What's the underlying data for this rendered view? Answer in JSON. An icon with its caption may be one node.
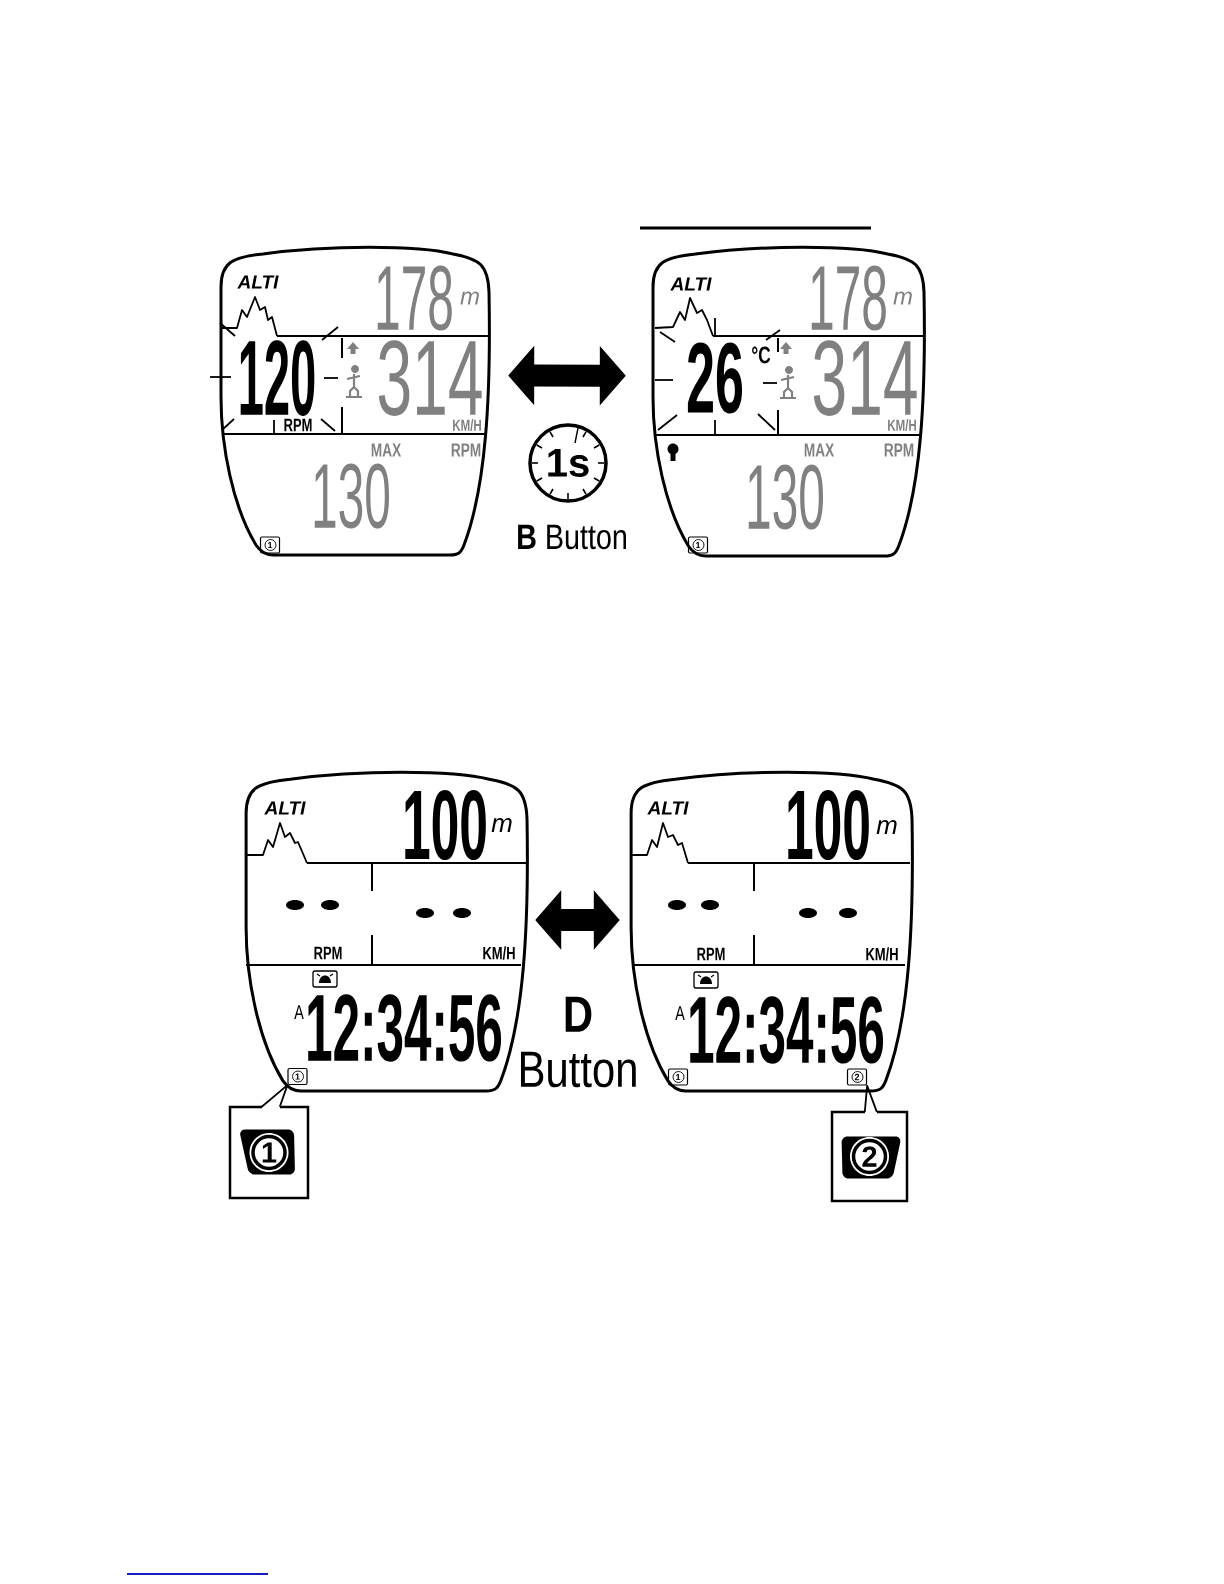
{
  "diagram": {
    "nodes": [
      {
        "text": [
          "ALTI",
          "178",
          "m",
          "120",
          "RPM",
          "314",
          "KM/H",
          "MAX",
          "RPM",
          "130"
        ]
      },
      {
        "text": [
          "1"
        ],
        "in": 0
      },
      {
        "text": [
          "1s"
        ]
      },
      {
        "text": [
          "ALTI",
          "178",
          "m",
          "26",
          "°C",
          "314",
          "KM/H",
          "MAX",
          "RPM",
          "130"
        ]
      },
      {
        "text": [
          "1"
        ],
        "in": 3
      },
      {
        "text": [
          "ALTI",
          "100",
          "m",
          "RPM",
          "KM/H",
          "A",
          "12:34:56"
        ]
      },
      {
        "text": [
          "1"
        ],
        "in": 5
      },
      {
        "text": [
          "ALTI",
          "100",
          "m",
          "RPM",
          "KM/H",
          "A",
          "12:34:56"
        ]
      },
      {
        "text": [
          "1"
        ],
        "in": 7
      },
      {
        "text": [
          "2"
        ],
        "in": 7
      },
      {
        "text": [
          "1"
        ]
      },
      {
        "text": [
          "2"
        ]
      }
    ],
    "edges": [
      {
        "from": 0,
        "to": 3,
        "arrow": "both",
        "style": "thick"
      },
      {
        "from": 5,
        "to": 7,
        "arrow": "both",
        "style": "thick"
      },
      {
        "from": 10,
        "to": 6,
        "arrow": "none"
      },
      {
        "from": 11,
        "to": 9,
        "arrow": "none"
      }
    ],
    "labels": [
      "**B** Button",
      "**D** Button"
    ]
  }
}
